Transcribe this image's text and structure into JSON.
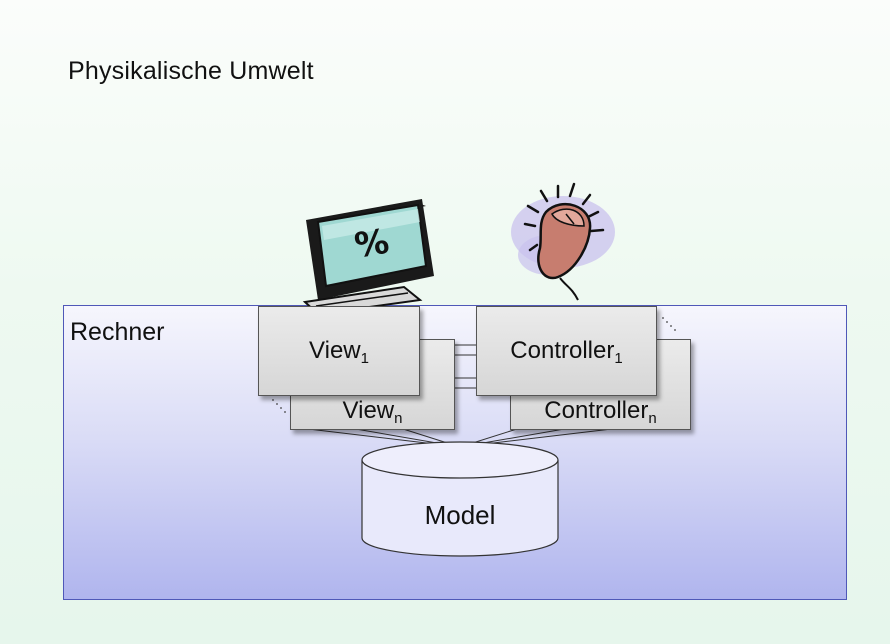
{
  "environment": {
    "title": "Physikalische Umwelt"
  },
  "computer": {
    "label": "Rechner"
  },
  "views": {
    "front": {
      "name": "View",
      "index": "1"
    },
    "back": {
      "name": "View",
      "index": "n"
    }
  },
  "controllers": {
    "front": {
      "name": "Controller",
      "index": "1"
    },
    "back": {
      "name": "Controller",
      "index": "n"
    }
  },
  "model": {
    "label": "Model"
  },
  "icons": {
    "monitor": "computer-monitor-icon",
    "mouse": "computer-mouse-icon"
  },
  "colors": {
    "background": "#e9f7ee",
    "rechner_fill": "#b0b5ee",
    "rechner_border": "#4f58b8",
    "box_fill": "#dcdcdc",
    "monitor_screen": "#9fd8d2",
    "mouse_body": "#c77d6f",
    "mouse_glow": "#c9c2ee"
  }
}
